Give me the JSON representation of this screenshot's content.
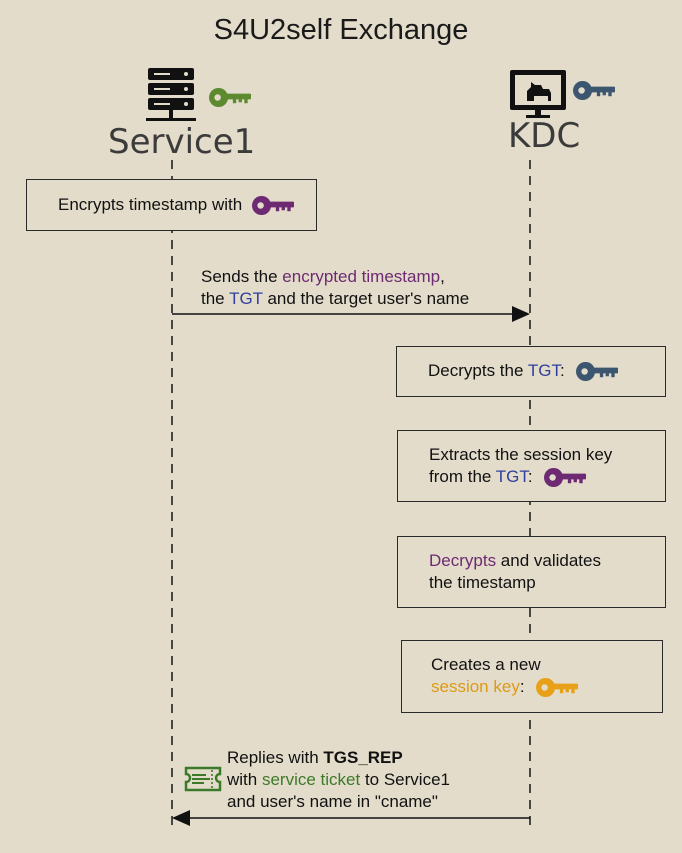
{
  "title": "S4U2self Exchange",
  "actors": {
    "service": "Service1",
    "kdc": "KDC"
  },
  "colors": {
    "background": "#e3dcca",
    "green_key": "#5d8a2f",
    "purple_key": "#6d2a72",
    "steel_key": "#3d5670",
    "orange_key": "#e8a019"
  },
  "icons": {
    "service": "server-icon",
    "kdc": "monitor-dog-icon",
    "ticket": "ticket-icon",
    "key": "key-icon"
  },
  "steps": {
    "encrypt": {
      "text": "Encrypts timestamp with"
    },
    "send": {
      "p1": "Sends the ",
      "enc": "encrypted timestamp",
      "p2": ",",
      "p3": "the ",
      "tgt": "TGT",
      "p4": " and the target user's name"
    },
    "decrypt_tgt": {
      "p1": "Decrypts the ",
      "tgt": "TGT",
      "p2": ":"
    },
    "extract": {
      "l1": "Extracts the session key",
      "p1": "from the ",
      "tgt": "TGT",
      "p2": ":"
    },
    "validate": {
      "dec": "Decrypts",
      "p1": " and validates",
      "l2": "the timestamp"
    },
    "create": {
      "l1": "Creates a new",
      "sk": "session key",
      "p2": ":"
    },
    "reply": {
      "p1": "Replies with ",
      "rep": "TGS_REP",
      "p2": "with ",
      "ticket": "service ticket",
      "p3": " to Service1",
      "l3": "and user's name in \"cname\""
    }
  }
}
